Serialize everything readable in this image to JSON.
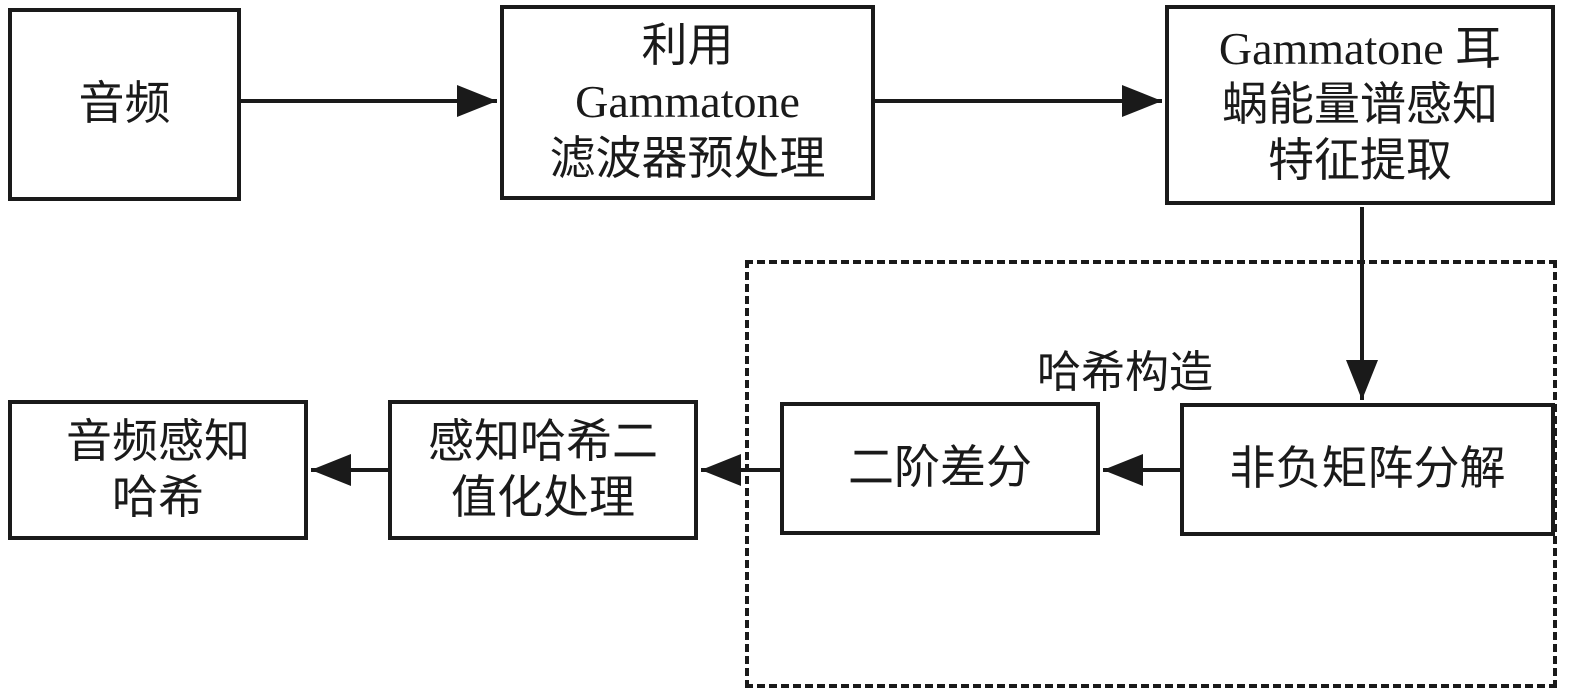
{
  "diagram": {
    "nodes": {
      "audio": {
        "label": "音频"
      },
      "gammatone_filter": {
        "label": "利用\nGammatone\n滤波器预处理"
      },
      "feature_extract": {
        "label": "Gammatone 耳\n蜗能量谱感知\n特征提取"
      },
      "nmf": {
        "label": "非负矩阵分解"
      },
      "second_diff": {
        "label": "二阶差分"
      },
      "binarize": {
        "label": "感知哈希二\n值化处理"
      },
      "hash_out": {
        "label": "音频感知\n哈希"
      }
    },
    "group": {
      "label": "哈希构造"
    },
    "colors": {
      "line": "#1a1a1a",
      "background": "#ffffff"
    }
  }
}
